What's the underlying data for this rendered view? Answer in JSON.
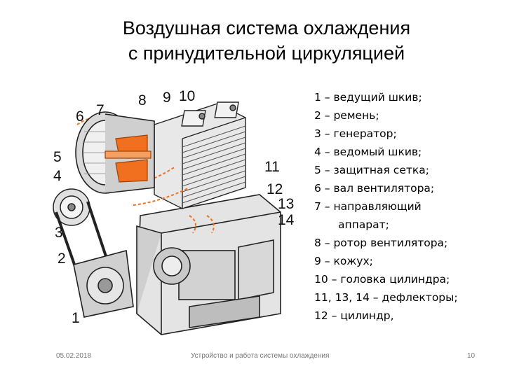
{
  "slide": {
    "title_line1": "Воздушная система охлаждения",
    "title_line2": "с принудительной циркуляцией"
  },
  "callouts": [
    "1",
    "2",
    "3",
    "4",
    "5",
    "6",
    "7",
    "8",
    "9",
    "10",
    "11",
    "12",
    "13",
    "14"
  ],
  "legend": [
    "1 – ведущий шкив;",
    "2 – ремень;",
    "3 – генератор;",
    "4 – ведомый шкив;",
    "5 – защитная сетка;",
    "6 – вал вентилятора;",
    "7 – направляющий",
    "аппарат;",
    "8 – ротор вентилятора;",
    "9 – кожух;",
    "10 – головка цилиндра;",
    "11, 13, 14 – дефлекторы;",
    "12 – цилиндр,"
  ],
  "footer": {
    "date": "05.02.2018",
    "caption": "Устройство и работа системы охлаждения",
    "page": "10"
  },
  "colors": {
    "accent": "#f07020",
    "ink": "#222222",
    "metal": "#dcdcdc"
  }
}
